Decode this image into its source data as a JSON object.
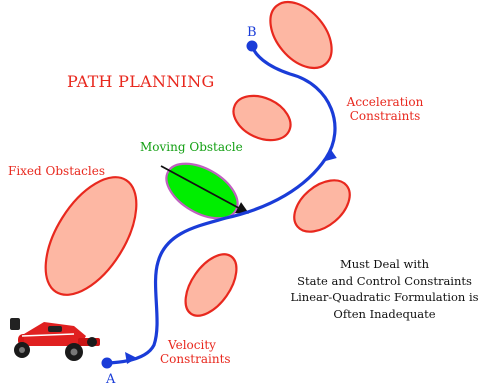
{
  "title": "PATH PLANNING",
  "points": {
    "start": "A",
    "goal": "B"
  },
  "labels": {
    "fixed_obstacles": "Fixed Obstacles",
    "moving_obstacle": "Moving Obstacle",
    "acceleration_1": "Acceleration",
    "acceleration_2": "Constraints",
    "velocity_1": "Velocity",
    "velocity_2": "Constraints"
  },
  "note": {
    "line1": "Must Deal with",
    "line2": "State and Control Constraints",
    "line3": "Linear-Quadratic Formulation is",
    "line4": "Often Inadequate"
  },
  "colors": {
    "obstacle_fill": "#fdb7a3",
    "obstacle_stroke": "#e8281e",
    "moving_fill": "#00ee00",
    "moving_stroke": "#c060c0",
    "path": "#1a3cd8",
    "label_red": "#e8281e",
    "label_green": "#14a014"
  },
  "icons": {
    "car": "race-car-icon"
  }
}
